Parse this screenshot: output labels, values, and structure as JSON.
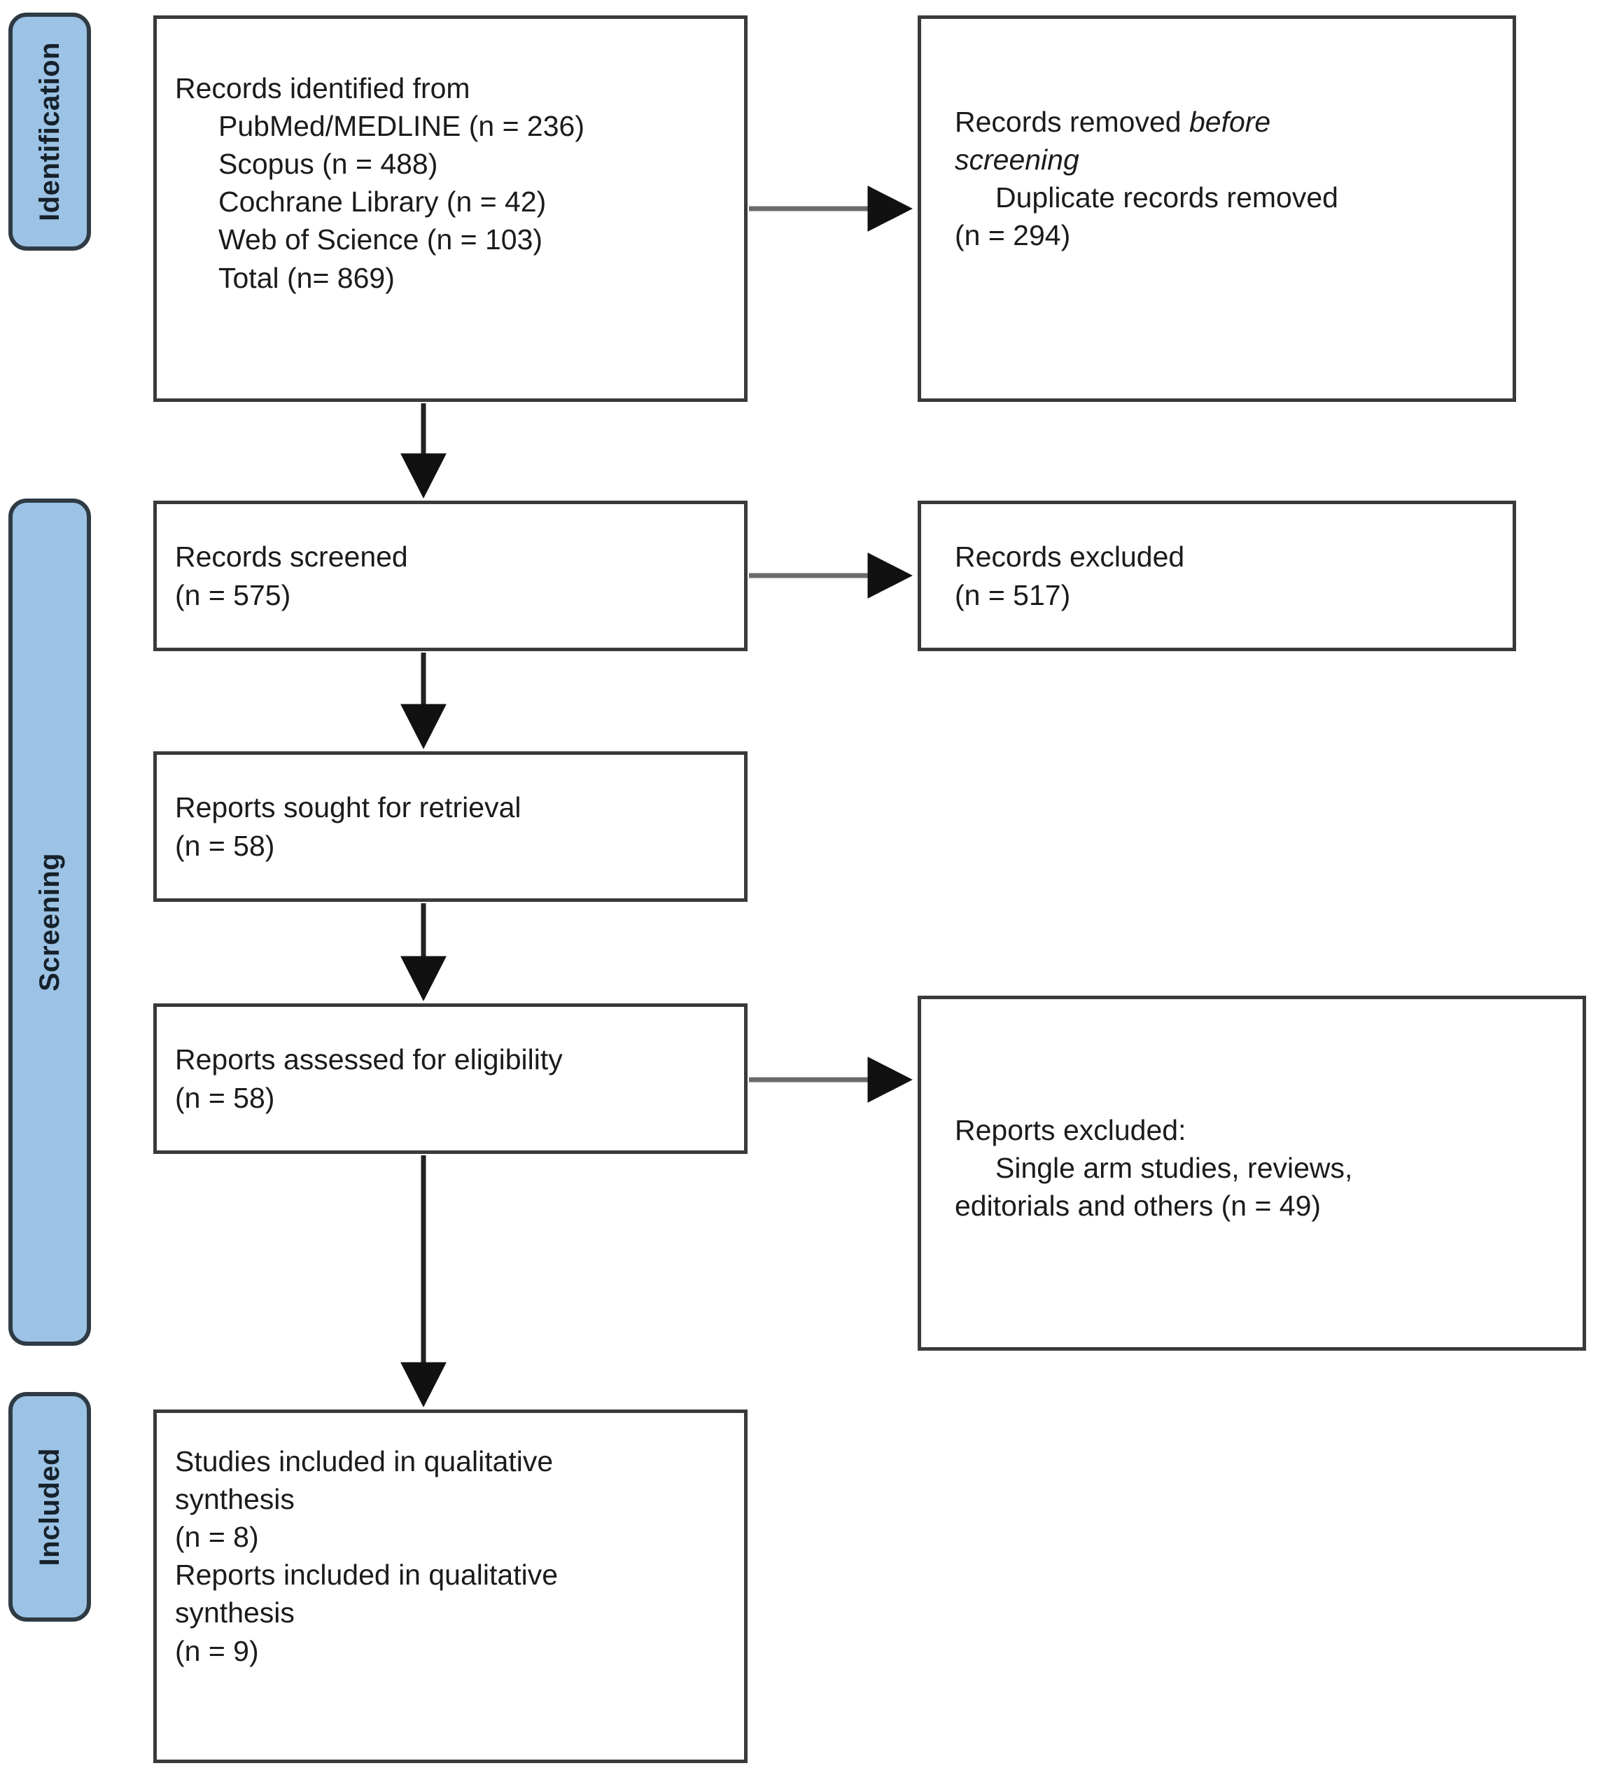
{
  "diagram": {
    "title": "PRISMA flow diagram",
    "accent_blue": "#9CC3E5",
    "border_color": "#3A3A3A",
    "stage_border_color": "#2F3B44"
  },
  "stages": [
    {
      "id": "identification",
      "label": "Identification"
    },
    {
      "id": "screening",
      "label": "Screening"
    },
    {
      "id": "included",
      "label": "Included"
    }
  ],
  "boxes": {
    "identified": {
      "name": "records-identified-box",
      "lines": [
        {
          "text": "Records identified from",
          "indent": false
        },
        {
          "text": "PubMed/MEDLINE (n = 236)",
          "indent": true
        },
        {
          "text": "Scopus (n = 488)",
          "indent": true
        },
        {
          "text": "Cochrane Library (n = 42)",
          "indent": true
        },
        {
          "text": "Web of Science (n = 103)",
          "indent": true
        },
        {
          "text": "Total (n= 869)",
          "indent": true
        }
      ]
    },
    "removed_before_screening": {
      "name": "records-removed-before-screening-box",
      "line1_prefix": "Records removed ",
      "line1_italic": "before",
      "line2_italic": "screening",
      "line3": "Duplicate records removed",
      "line4": "(n = 294)"
    },
    "screened": {
      "name": "records-screened-box",
      "lines": [
        {
          "text": "Records screened",
          "indent": false
        },
        {
          "text": "(n = 575)",
          "indent": false
        }
      ]
    },
    "excluded": {
      "name": "records-excluded-box",
      "lines": [
        {
          "text": "Records excluded",
          "indent": false
        },
        {
          "text": "(n = 517)",
          "indent": false
        }
      ]
    },
    "sought": {
      "name": "reports-sought-for-retrieval-box",
      "lines": [
        {
          "text": "Reports sought for retrieval",
          "indent": false
        },
        {
          "text": "(n = 58)",
          "indent": false
        }
      ]
    },
    "assessed": {
      "name": "reports-assessed-for-eligibility-box",
      "lines": [
        {
          "text": "Reports assessed for eligibility",
          "indent": false
        },
        {
          "text": "(n = 58)",
          "indent": false
        }
      ]
    },
    "reports_excluded": {
      "name": "reports-excluded-box",
      "lines": [
        {
          "text": "Reports excluded:",
          "indent": false
        },
        {
          "text": "Single arm studies, reviews,",
          "indent": true
        },
        {
          "text": "editorials and others (n = 49)",
          "indent": false
        }
      ]
    },
    "included": {
      "name": "studies-included-box",
      "lines": [
        {
          "text": "Studies included in qualitative",
          "indent": false
        },
        {
          "text": "synthesis",
          "indent": false
        },
        {
          "text": "(n = 8)",
          "indent": false
        },
        {
          "text": "Reports included in qualitative",
          "indent": false
        },
        {
          "text": "synthesis",
          "indent": false
        },
        {
          "text": "(n = 9)",
          "indent": false
        }
      ]
    }
  },
  "chart_data": {
    "type": "diagram",
    "title": "PRISMA 2020 flow diagram",
    "nodes": [
      {
        "id": "identified",
        "stage": "Identification",
        "label": "Records identified from",
        "sources": [
          {
            "name": "PubMed/MEDLINE",
            "n": 236
          },
          {
            "name": "Scopus",
            "n": 488
          },
          {
            "name": "Cochrane Library",
            "n": 42
          },
          {
            "name": "Web of Science",
            "n": 103
          },
          {
            "name": "Total",
            "n": 869
          }
        ]
      },
      {
        "id": "removed_before_screening",
        "stage": "Identification",
        "label": "Records removed before screening: Duplicate records removed",
        "n": 294
      },
      {
        "id": "screened",
        "stage": "Screening",
        "label": "Records screened",
        "n": 575
      },
      {
        "id": "excluded",
        "stage": "Screening",
        "label": "Records excluded",
        "n": 517
      },
      {
        "id": "sought",
        "stage": "Screening",
        "label": "Reports sought for retrieval",
        "n": 58
      },
      {
        "id": "assessed",
        "stage": "Screening",
        "label": "Reports assessed for eligibility",
        "n": 58
      },
      {
        "id": "reports_excluded",
        "stage": "Screening",
        "label": "Reports excluded: Single arm studies, reviews, editorials and others",
        "n": 49
      },
      {
        "id": "included_studies",
        "stage": "Included",
        "label": "Studies included in qualitative synthesis",
        "n": 8
      },
      {
        "id": "included_reports",
        "stage": "Included",
        "label": "Reports included in qualitative synthesis",
        "n": 9
      }
    ],
    "edges": [
      {
        "from": "identified",
        "to": "removed_before_screening",
        "direction": "right"
      },
      {
        "from": "identified",
        "to": "screened",
        "direction": "down"
      },
      {
        "from": "screened",
        "to": "excluded",
        "direction": "right"
      },
      {
        "from": "screened",
        "to": "sought",
        "direction": "down"
      },
      {
        "from": "sought",
        "to": "assessed",
        "direction": "down"
      },
      {
        "from": "assessed",
        "to": "reports_excluded",
        "direction": "right"
      },
      {
        "from": "assessed",
        "to": "included_studies",
        "direction": "down"
      }
    ]
  }
}
